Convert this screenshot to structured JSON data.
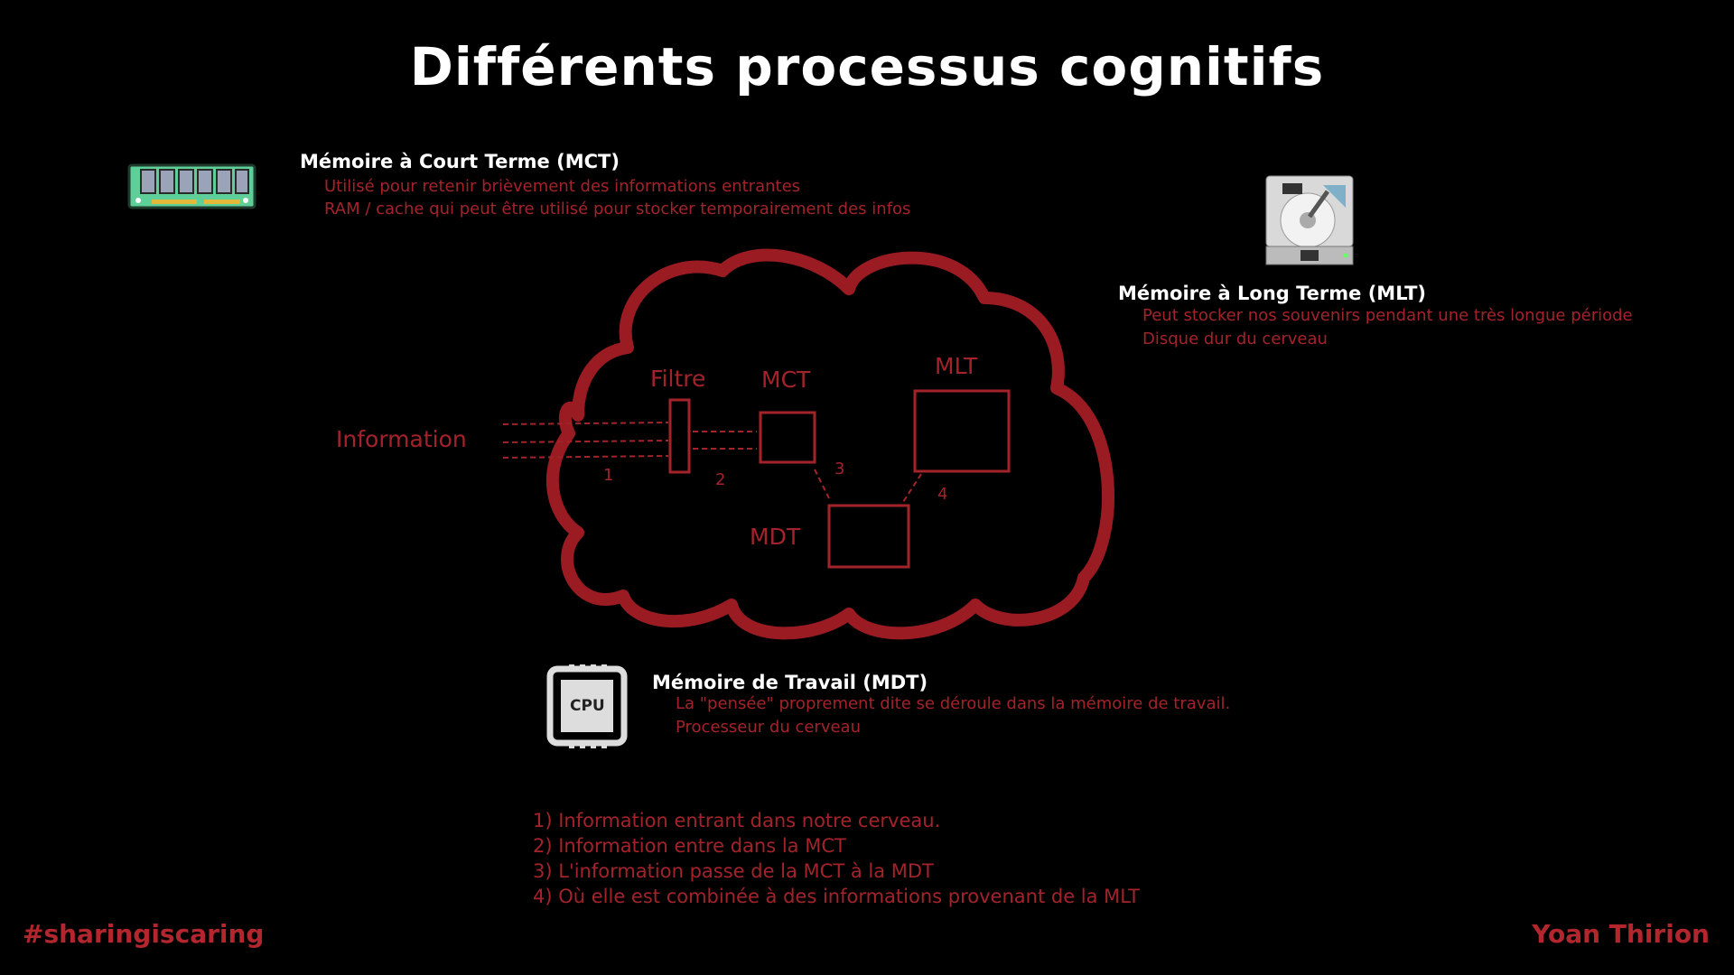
{
  "title": "Différents processus cognitifs",
  "mct": {
    "heading": "Mémoire à Court Terme (MCT)",
    "lines": [
      "Utilisé pour retenir brièvement des informations entrantes",
      "RAM / cache qui peut être utilisé pour stocker temporairement des infos"
    ],
    "icon": "ram-icon"
  },
  "mlt": {
    "heading": "Mémoire à Long Terme (MLT)",
    "lines": [
      "Peut stocker nos souvenirs pendant une très longue période",
      "Disque dur du cerveau"
    ],
    "icon": "hard-drive-icon"
  },
  "mdt": {
    "heading": "Mémoire de Travail (MDT)",
    "lines": [
      "La \"pensée\" proprement dite se déroule dans la mémoire de travail.",
      "Processeur du cerveau"
    ],
    "icon": "cpu-icon",
    "icon_text": "CPU"
  },
  "diagram": {
    "information": "Information",
    "filtre": "Filtre",
    "mct": "MCT",
    "mlt": "MLT",
    "mdt": "MDT",
    "n1": "1",
    "n2": "2",
    "n3": "3",
    "n4": "4"
  },
  "steps": [
    "1) Information entrant dans notre cerveau.",
    "2) Information entre dans la MCT",
    "3) L'information passe de la MCT à la MDT",
    "4) Où elle est combinée à des informations provenant de la MLT"
  ],
  "footer": {
    "hashtag": "#sharingiscaring",
    "author": "Yoan Thirion"
  },
  "colors": {
    "accent": "#a3232b",
    "cloud": "#9b1b22"
  }
}
